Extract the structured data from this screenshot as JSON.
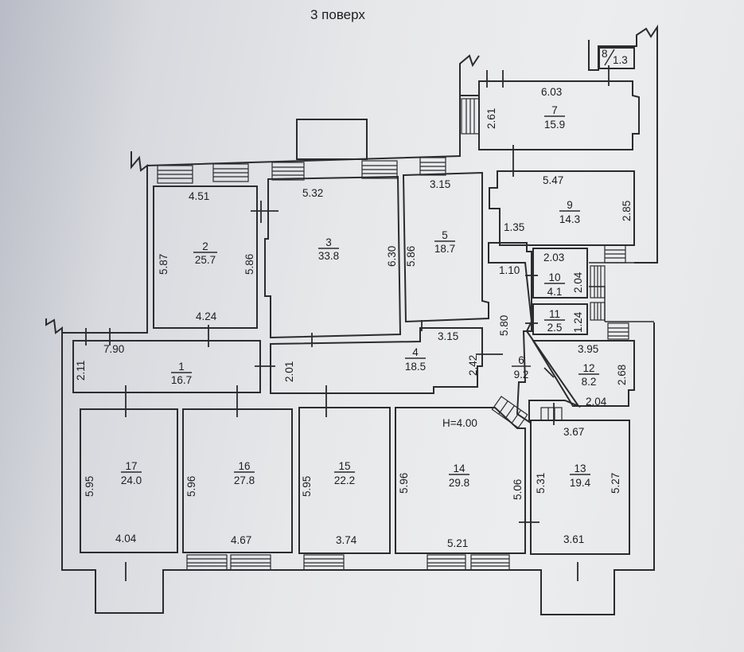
{
  "title": "3 поверх",
  "height_note": "H=4.00",
  "rooms": [
    {
      "num": "1",
      "area": "16.7",
      "dims": [
        "7.90",
        "2.11"
      ]
    },
    {
      "num": "2",
      "area": "25.7",
      "dims": [
        "4.51",
        "5.87",
        "5.86",
        "4.24"
      ]
    },
    {
      "num": "3",
      "area": "33.8",
      "dims": [
        "5.32",
        "6.30"
      ]
    },
    {
      "num": "4",
      "area": "18.5",
      "dims": [
        "3.15",
        "2.01",
        "2.42"
      ]
    },
    {
      "num": "5",
      "area": "18.7",
      "dims": [
        "3.15",
        "5.86"
      ]
    },
    {
      "num": "6",
      "area": "9.2",
      "dims": [
        "1.35",
        "1.10",
        "5.80"
      ]
    },
    {
      "num": "7",
      "area": "15.9",
      "dims": [
        "6.03",
        "2.61"
      ]
    },
    {
      "num": "8",
      "area": "1.3",
      "dims": []
    },
    {
      "num": "9",
      "area": "14.3",
      "dims": [
        "5.47",
        "2.85"
      ]
    },
    {
      "num": "10",
      "area": "4.1",
      "dims": [
        "2.03",
        "2.04"
      ]
    },
    {
      "num": "11",
      "area": "2.5",
      "dims": [
        "1.24"
      ]
    },
    {
      "num": "12",
      "area": "8.2",
      "dims": [
        "3.95",
        "2.68",
        "2.04"
      ]
    },
    {
      "num": "13",
      "area": "19.4",
      "dims": [
        "3.67",
        "5.31",
        "5.27",
        "3.61"
      ]
    },
    {
      "num": "14",
      "area": "29.8",
      "dims": [
        "5.96",
        "5.06",
        "5.21"
      ]
    },
    {
      "num": "15",
      "area": "22.2",
      "dims": [
        "5.95",
        "3.74"
      ]
    },
    {
      "num": "16",
      "area": "27.8",
      "dims": [
        "5.96",
        "4.67"
      ]
    },
    {
      "num": "17",
      "area": "24.0",
      "dims": [
        "5.95",
        "4.04"
      ]
    }
  ]
}
